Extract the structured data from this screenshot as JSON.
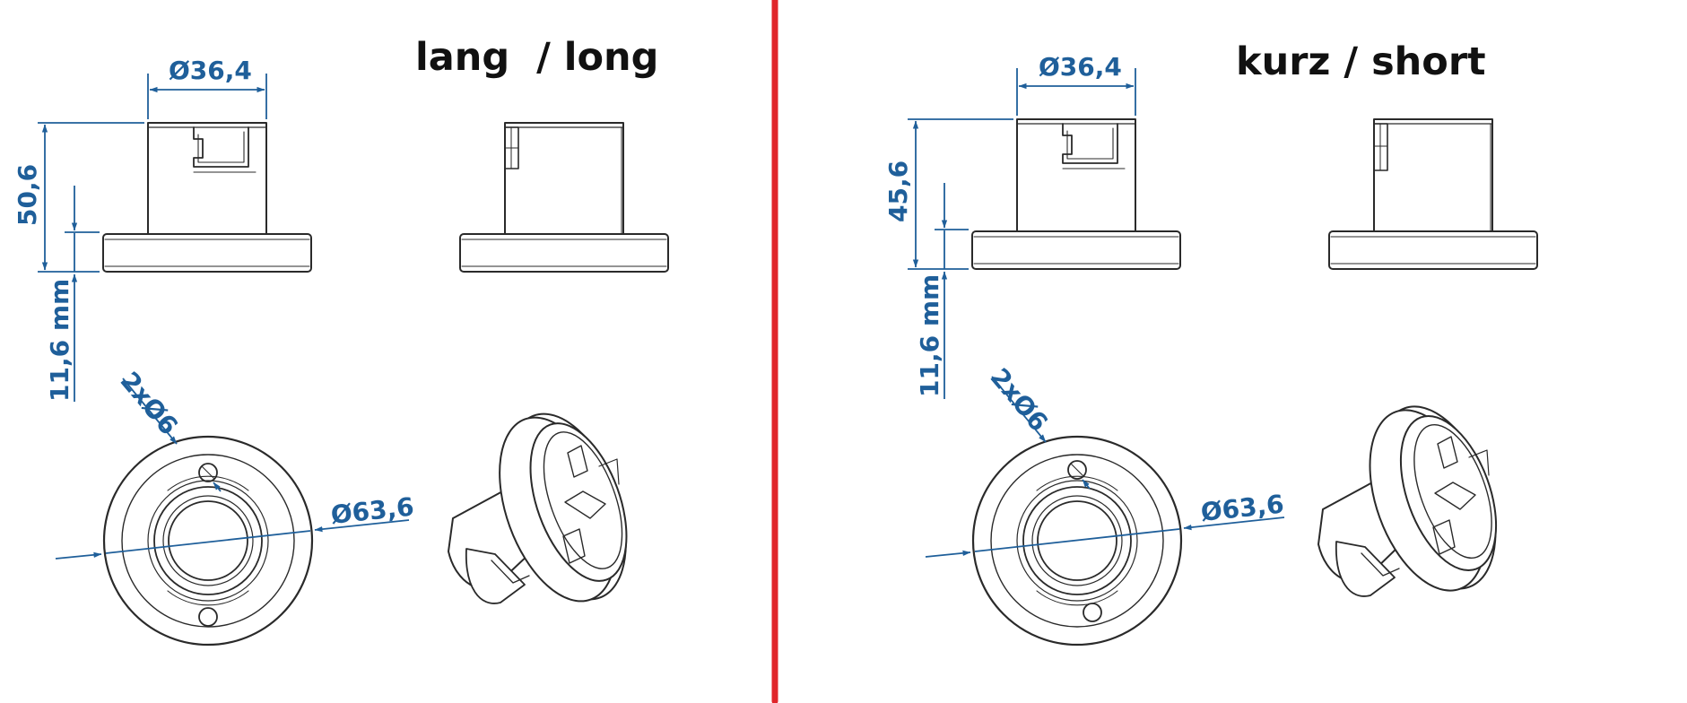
{
  "colors": {
    "dimension": "#1f5f9a",
    "divider": "#e0262b",
    "outline": "#2a2a2a",
    "body_fill": "#ffffff"
  },
  "variants": [
    {
      "id": "long",
      "title": "lang  / long",
      "dims": {
        "top_diameter": "Ø36,4",
        "height": "50,6",
        "flange": "11,6 mm",
        "holes": "2xØ6",
        "outer_diameter": "Ø63,6"
      }
    },
    {
      "id": "short",
      "title": "kurz / short",
      "dims": {
        "top_diameter": "Ø36,4",
        "height": "45,6",
        "flange": "11,6 mm",
        "holes": "2xØ6",
        "outer_diameter": "Ø63,6"
      }
    }
  ]
}
